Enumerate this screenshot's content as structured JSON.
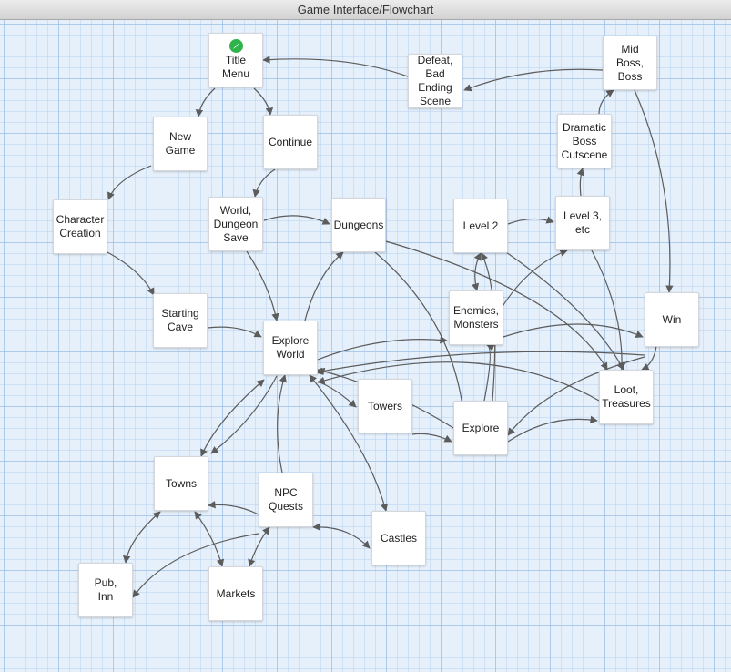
{
  "window": {
    "title": "Game Interface/Flowchart"
  },
  "nodes": {
    "title_menu": "Title\nMenu",
    "new_game": "New\nGame",
    "continue": "Continue",
    "character_creation": "Character\nCreation",
    "world_dungeon_save": "World,\nDungeon\nSave",
    "dungeons": "Dungeons",
    "starting_cave": "Starting\nCave",
    "explore_world": "Explore\nWorld",
    "defeat": "Defeat,\nBad\nEnding\nScene",
    "mid_boss": "Mid\nBoss,\nBoss",
    "dramatic_boss": "Dramatic\nBoss\nCutscene",
    "level2": "Level 2",
    "level3": "Level 3,\netc",
    "enemies": "Enemies,\nMonsters",
    "win": "Win",
    "loot": "Loot,\nTreasures",
    "towers": "Towers",
    "explore": "Explore",
    "towns": "Towns",
    "npc_quests": "NPC\nQuests",
    "castles": "Castles",
    "pub_inn": "Pub,\nInn",
    "markets": "Markets"
  },
  "colors": {
    "start_icon": "#2fb34b",
    "edge": "#5c5c5c",
    "node_border": "#d4d8dd"
  },
  "icons": {
    "start": "rocket-icon"
  }
}
